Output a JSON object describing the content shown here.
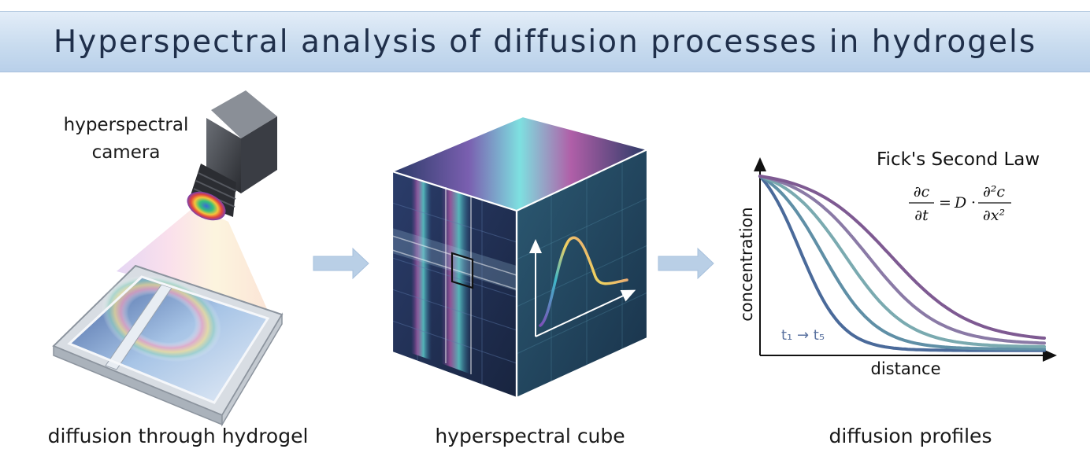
{
  "title": "Hyperspectral analysis of diffusion processes in hydrogels",
  "panels": {
    "left": {
      "caption": "diffusion through hydrogel",
      "camera_label_line1": "hyperspectral",
      "camera_label_line2": "camera"
    },
    "middle": {
      "caption": "hyperspectral cube"
    },
    "right": {
      "caption": "diffusion profiles",
      "equation_title": "Fick's Second Law",
      "ylabel": "concentration",
      "xlabel": "distance",
      "time_label": "t₁ → t₅"
    }
  },
  "chart_data": {
    "type": "line",
    "title": "",
    "xlabel": "distance",
    "ylabel": "concentration",
    "series_note_label": "t₁ → t₅",
    "curve_colors": [
      "#4a6a9a",
      "#5f8fa6",
      "#7aaab0",
      "#8a7aa6",
      "#7e5a92"
    ],
    "steepness_order": [
      "t1",
      "t2",
      "t3",
      "t4",
      "t5"
    ]
  },
  "icons": [
    "arrow-right-icon",
    "arrow-right-icon"
  ],
  "colors": {
    "title_bar_top": "#e3edf8",
    "title_bar_bottom": "#b9d0ea",
    "title_text": "#1f2f4a",
    "arrow": "#b9cfe6",
    "cube_dark": "#1d2a4a"
  }
}
